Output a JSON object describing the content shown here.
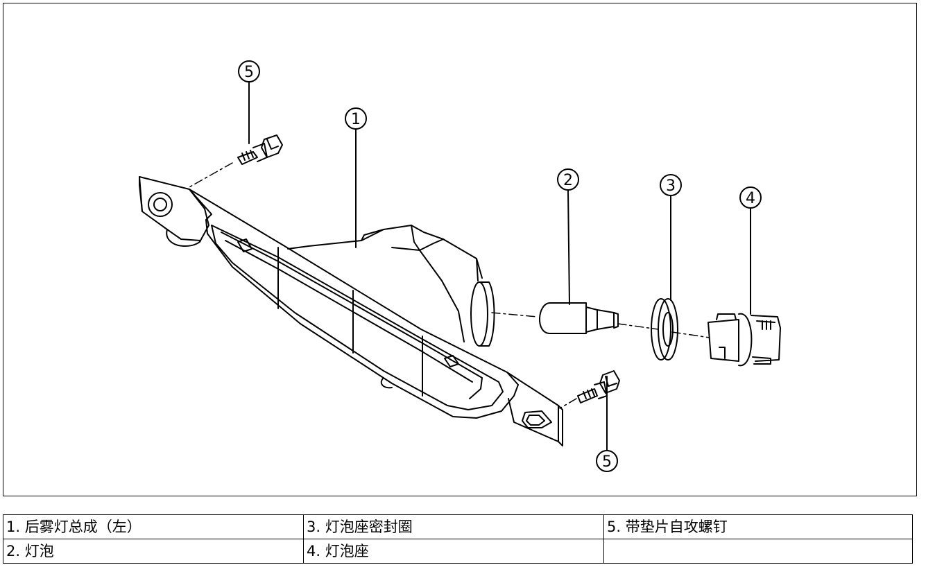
{
  "callouts": {
    "c1": "1",
    "c2": "2",
    "c3": "3",
    "c4": "4",
    "c5_top": "5",
    "c5_bottom": "5"
  },
  "legend": {
    "rows": [
      [
        "1. 后雾灯总成（左）",
        "3. 灯泡座密封圈",
        "5. 带垫片自攻螺钉"
      ],
      [
        "2. 灯泡",
        "4. 灯泡座",
        ""
      ]
    ]
  }
}
